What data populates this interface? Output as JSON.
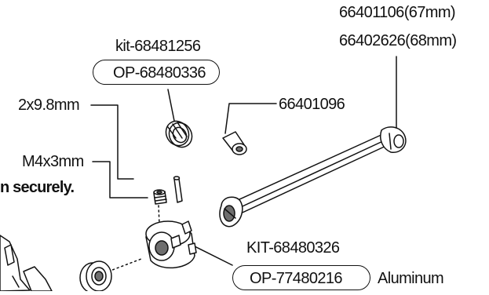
{
  "labels": {
    "size_67": "66401106(67mm)",
    "size_68": "66402626(68mm)",
    "kit_top": "kit-68481256",
    "op_top": "OP-68480336",
    "pin": "2x9.8mm",
    "part_right": "66401096",
    "screw": "M4x3mm",
    "secure_note": "n securely.",
    "kit_bottom": "KIT-68480326",
    "op_bottom": "OP-77480216",
    "material": "Aluminum"
  },
  "colors": {
    "line": "#111111",
    "background": "#ffffff",
    "shading": "#6e6e6e"
  }
}
